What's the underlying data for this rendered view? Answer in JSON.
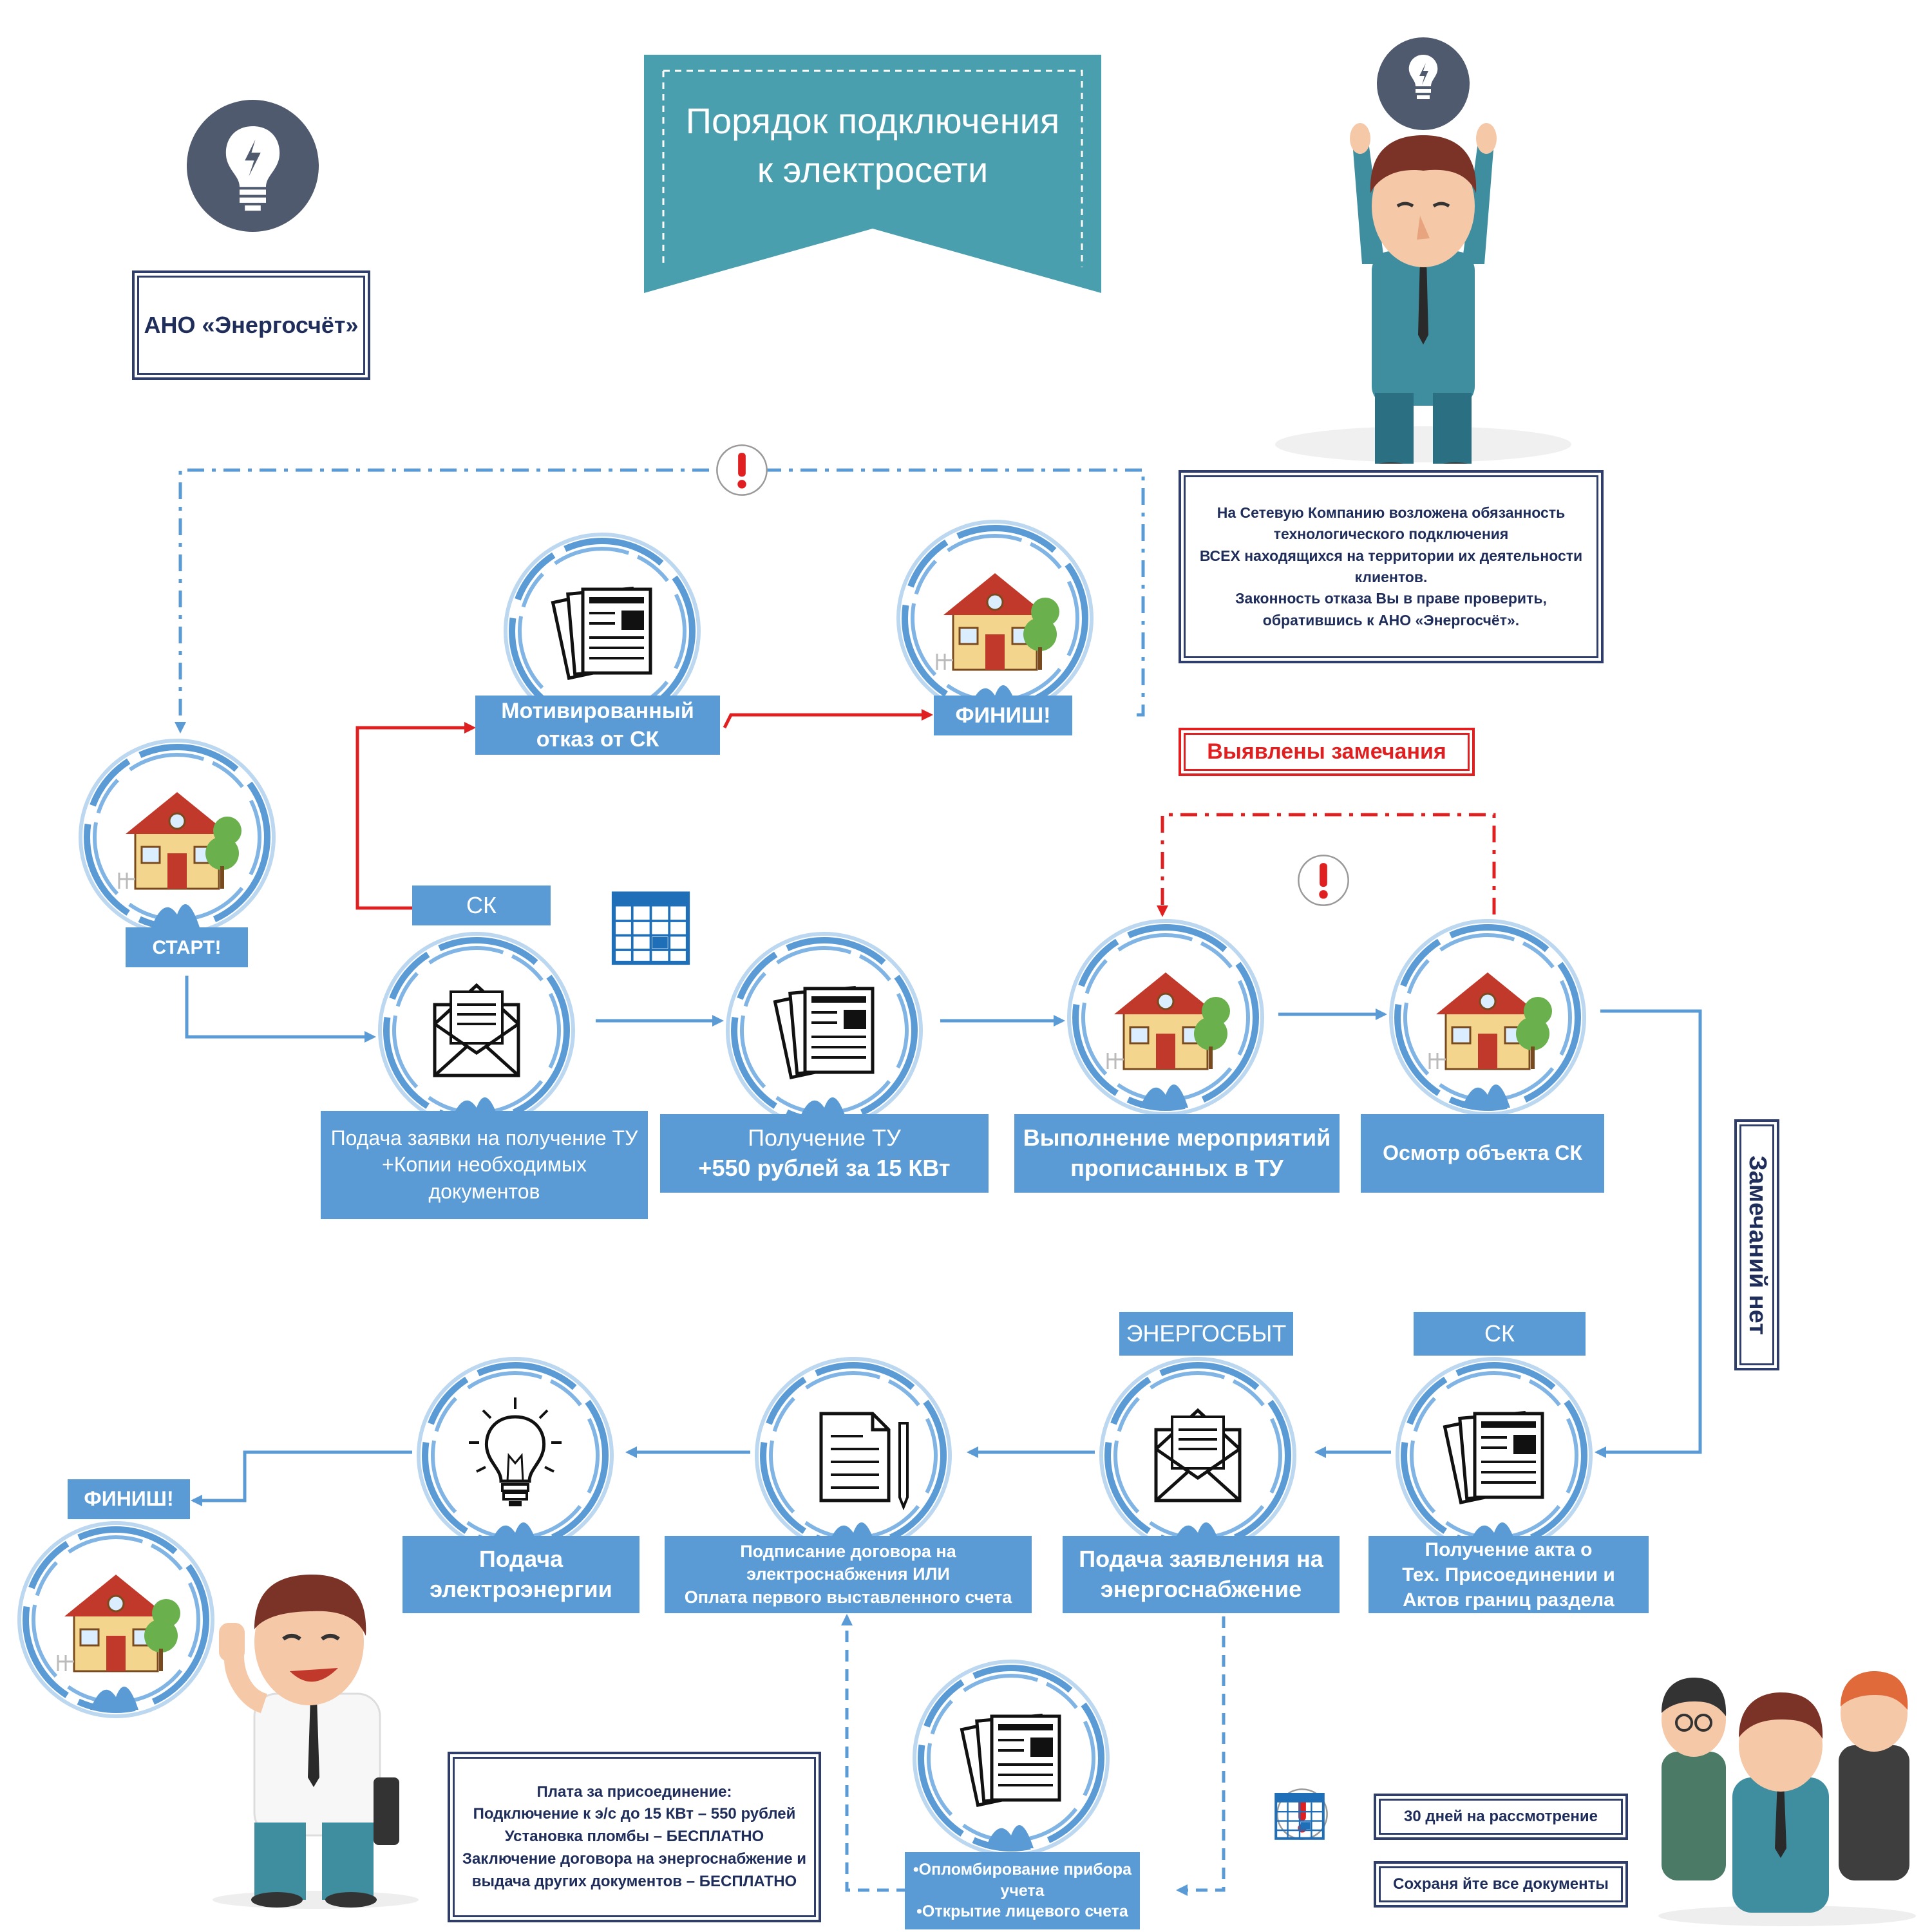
{
  "title": {
    "line1": "Порядок подключения",
    "line2": "к электросети"
  },
  "org": {
    "name": "АНО «Энергосчёт»"
  },
  "notice": {
    "text": "На Сетевую Компанию возложена обязанность\nтехнологического подключения\nВСЕХ находящихся на территории их деятельности\nклиентов.\nЗаконность отказа Вы в праве проверить,\nобратившись к АНО «Энергосчёт»."
  },
  "remarks_found": "Выявлены замечания",
  "no_remarks": "Замечаний нет",
  "steps": {
    "start": "СТАРТ!",
    "refusal": "Мотивированный\nотказ от СК",
    "finish_top": "ФИНИШ!",
    "apply": "Подача заявки на получение ТУ\n+Копии необходимых\nдокументов",
    "receive_tu": "Получение ТУ",
    "receive_tu_price": "+550 рублей за 15 КВт",
    "measures": "Выполнение мероприятий\nпрописанных в ТУ",
    "inspection": "Осмотр объекта СК",
    "act": "Получение акта о\nТех. Присоединении и\nАктов границ раздела",
    "supply_app": "Подача заявления на\nэнергоснабжение",
    "contract": "Подписание договора на\nэлектроснабжения ИЛИ\nОплата первого выставленного счета",
    "power": "Подача\nэлектроэнергии",
    "finish_bottom": "ФИНИШ!",
    "meter": "•Опломбирование прибора\nучета\n•Открытие лицевого счета"
  },
  "tags": {
    "sk_apply": "СК",
    "energosbyt": "ЭНЕРГОСБЫТ",
    "sk_act": "СК"
  },
  "fees": {
    "text": "Плата за присоединение:\nПодключение к э/с до 15 КВт – 550 рублей\nУстановка пломбы – БЕСПЛАТНО\nЗаключение договора на энергоснабжение и\nвыдача других документов – БЕСПЛАТНО"
  },
  "legend": {
    "days": "30 дней на рассмотрение",
    "keep_docs": "Сохраня йте все документы"
  },
  "colors": {
    "node_blue": "#5b9bd5",
    "accent_red": "#e02020",
    "frame_navy": "#2f3d6b",
    "ribbon_teal": "#4a9fae"
  }
}
